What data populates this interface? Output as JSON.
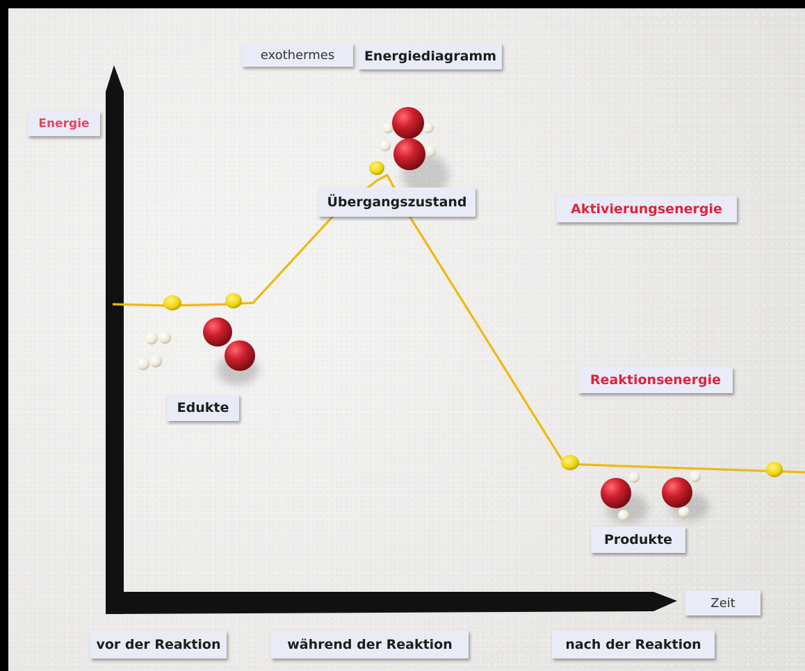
{
  "diagram": {
    "title_prefix": "exothermes",
    "title": "Energiediagramm",
    "y_axis_label": "Energie",
    "x_axis_label": "Zeit",
    "states": {
      "educts": "Edukte",
      "transition": "Übergangszustand",
      "products": "Produkte"
    },
    "energies": {
      "activation": "Aktivierungsenergie",
      "reaction": "Reaktionsenergie"
    },
    "phases": {
      "before": "vor der Reaktion",
      "during": "während der Reaktion",
      "after": "nach der Reaktion"
    },
    "colors": {
      "axis": "#111111",
      "curve": "#f2c21a",
      "pin": "#f5e11c",
      "oxygen": "#d0202e",
      "hydrogen": "#f4f1e6",
      "highlight_text": "#e0233c"
    }
  }
}
